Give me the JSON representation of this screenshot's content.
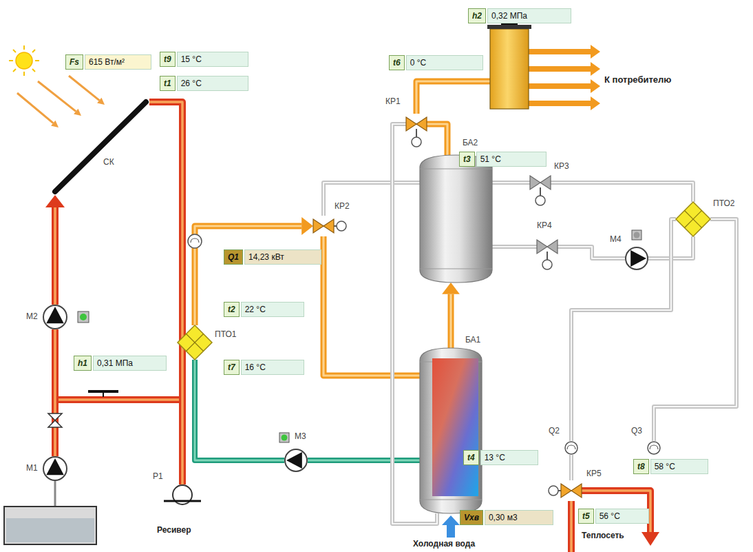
{
  "diagram": {
    "nodes": [
      {
        "text": [
          "Fs",
          "615 Вт/м²"
        ]
      },
      {
        "text": [
          "t9",
          "15 °C"
        ]
      },
      {
        "text": [
          "t1",
          "26 °C"
        ]
      },
      {
        "text": [
          "h2",
          "0,32 МПа"
        ]
      },
      {
        "text": [
          "t6",
          "0 °C"
        ]
      },
      {
        "text": [
          "К потребителю"
        ]
      },
      {
        "text": [
          "КР1"
        ]
      },
      {
        "text": [
          "СК"
        ]
      },
      {
        "text": [
          "БА2"
        ]
      },
      {
        "text": [
          "t3",
          "51 °C"
        ]
      },
      {
        "text": [
          "КР3"
        ]
      },
      {
        "text": [
          "КР2"
        ]
      },
      {
        "text": [
          "ПТО2"
        ]
      },
      {
        "text": [
          "Q1",
          "14,23 кВт"
        ]
      },
      {
        "text": [
          "КР4"
        ]
      },
      {
        "text": [
          "M4"
        ]
      },
      {
        "text": [
          "M2"
        ]
      },
      {
        "text": [
          "t2",
          "22 °C"
        ]
      },
      {
        "text": [
          "ПТО1"
        ]
      },
      {
        "text": [
          "h1",
          "0,31 МПа"
        ]
      },
      {
        "text": [
          "БА1"
        ]
      },
      {
        "text": [
          "t7",
          "16 °C"
        ]
      },
      {
        "text": [
          "M3"
        ]
      },
      {
        "text": [
          "t4",
          "13 °C"
        ]
      },
      {
        "text": [
          "Q2"
        ]
      },
      {
        "text": [
          "Q3"
        ]
      },
      {
        "text": [
          "t8",
          "58 °C"
        ]
      },
      {
        "text": [
          "M1"
        ]
      },
      {
        "text": [
          "КР5"
        ]
      },
      {
        "text": [
          "P1",
          "Ресивер"
        ]
      },
      {
        "text": [
          "t5",
          "56 °C"
        ]
      },
      {
        "text": [
          "Vхв",
          "0,30 м3"
        ]
      }
    ],
    "edges": [
      {
        "from": 27,
        "to": 16,
        "arrow": "none"
      },
      {
        "from": 16,
        "to": 7,
        "arrow": "to"
      },
      {
        "from": 7,
        "to": 29,
        "arrow": "none"
      },
      {
        "from": 18,
        "to": 11,
        "arrow": "to"
      },
      {
        "from": 11,
        "to": 20,
        "arrow": "none"
      },
      {
        "from": 20,
        "to": 22,
        "arrow": "none"
      },
      {
        "from": 22,
        "to": 18,
        "arrow": "none"
      },
      {
        "from": 20,
        "to": 8,
        "arrow": "to"
      },
      {
        "from": 8,
        "to": 6,
        "arrow": "none"
      },
      {
        "from": 6,
        "to": 5,
        "arrow": "none"
      },
      {
        "from": 8,
        "to": 10,
        "arrow": "none"
      },
      {
        "from": 10,
        "to": 12,
        "arrow": "none"
      },
      {
        "from": 8,
        "to": 14,
        "arrow": "none"
      },
      {
        "from": 14,
        "to": 15,
        "arrow": "none"
      },
      {
        "from": 15,
        "to": 12,
        "arrow": "none"
      },
      {
        "from": 12,
        "to": 25,
        "arrow": "none"
      },
      {
        "from": 28,
        "to": 24,
        "arrow": "none"
      },
      {
        "from": 24,
        "to": 12,
        "arrow": "none"
      },
      {
        "from": 11,
        "to": 8,
        "arrow": "none"
      },
      {
        "from": 6,
        "to": 20,
        "arrow": "none"
      }
    ],
    "labels": [
      "Холодная вода",
      "Теплосеть"
    ]
  }
}
